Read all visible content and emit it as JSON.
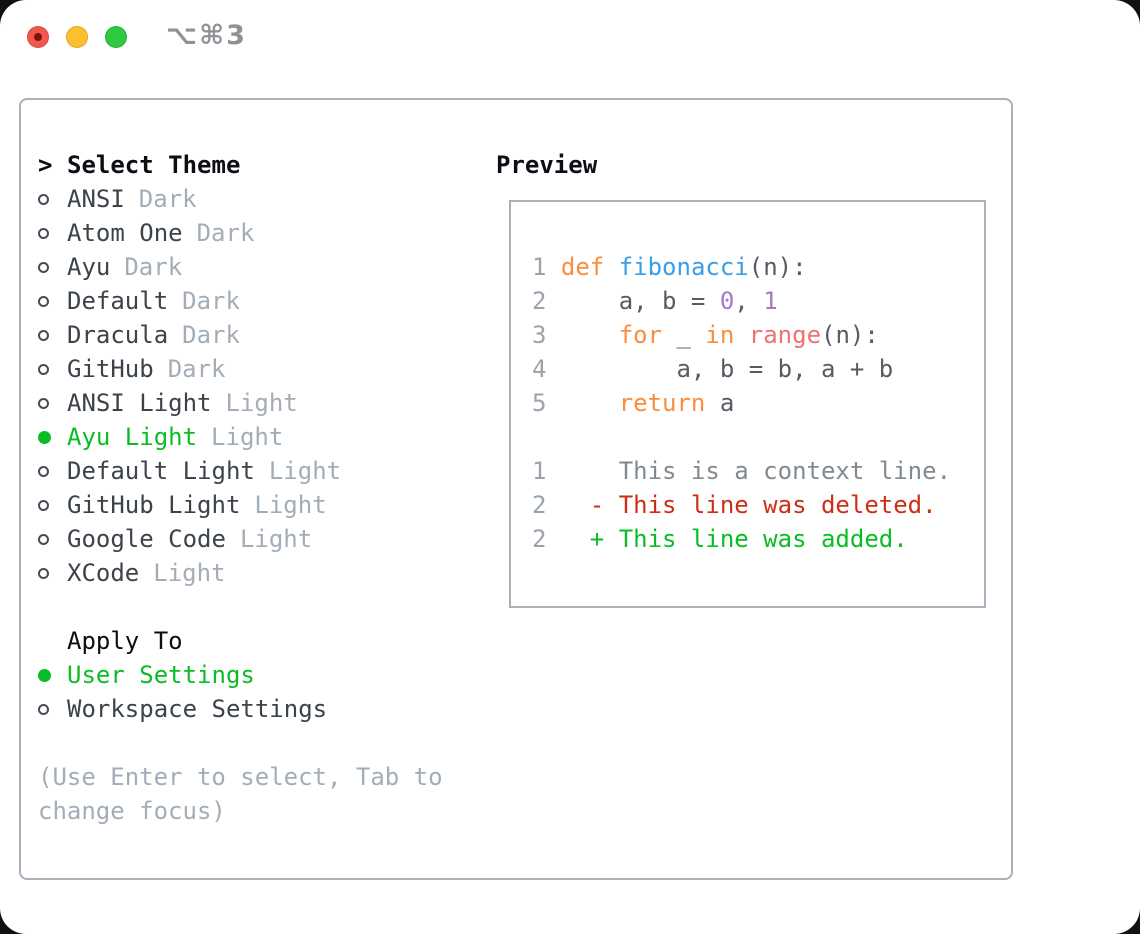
{
  "window": {
    "title": "⌥⌘3",
    "traffic_lights": [
      {
        "name": "close",
        "color": "#f1574c",
        "has_dot": true
      },
      {
        "name": "minimize",
        "color": "#fcc02e",
        "has_dot": false
      },
      {
        "name": "zoom",
        "color": "#2dc93f",
        "has_dot": false
      }
    ]
  },
  "theme_panel": {
    "header": {
      "prompt": ">",
      "label": "Select Theme"
    },
    "themes": [
      {
        "name": "ANSI",
        "variant": "Dark",
        "selected": false
      },
      {
        "name": "Atom One",
        "variant": "Dark",
        "selected": false
      },
      {
        "name": "Ayu",
        "variant": "Dark",
        "selected": false
      },
      {
        "name": "Default",
        "variant": "Dark",
        "selected": false
      },
      {
        "name": "Dracula",
        "variant": "Dark",
        "selected": false
      },
      {
        "name": "GitHub",
        "variant": "Dark",
        "selected": false
      },
      {
        "name": "ANSI Light",
        "variant": "Light",
        "selected": false
      },
      {
        "name": "Ayu Light",
        "variant": "Light",
        "selected": true
      },
      {
        "name": "Default Light",
        "variant": "Light",
        "selected": false
      },
      {
        "name": "GitHub Light",
        "variant": "Light",
        "selected": false
      },
      {
        "name": "Google Code",
        "variant": "Light",
        "selected": false
      },
      {
        "name": "XCode",
        "variant": "Light",
        "selected": false
      }
    ],
    "apply_to": {
      "label": "Apply To",
      "options": [
        {
          "label": "User Settings",
          "selected": true
        },
        {
          "label": "Workspace Settings",
          "selected": false
        }
      ]
    },
    "hint_lines": [
      "(Use Enter to select, Tab to",
      "change focus)"
    ]
  },
  "preview": {
    "label": "Preview",
    "code_lines": [
      {
        "num": "1",
        "parts": [
          [
            "def",
            "kw"
          ],
          [
            " ",
            "fg"
          ],
          [
            "fibonacci",
            "fn"
          ],
          [
            "(n):",
            "fg"
          ]
        ]
      },
      {
        "num": "2",
        "parts": [
          [
            "    a, b = ",
            "fg"
          ],
          [
            "0",
            "const"
          ],
          [
            ", ",
            "fg"
          ],
          [
            "1",
            "const"
          ]
        ]
      },
      {
        "num": "3",
        "parts": [
          [
            "    ",
            "fg"
          ],
          [
            "for",
            "kw"
          ],
          [
            " _ ",
            "fg"
          ],
          [
            "in",
            "kw"
          ],
          [
            " ",
            "fg"
          ],
          [
            "range",
            "call"
          ],
          [
            "(n):",
            "fg"
          ]
        ]
      },
      {
        "num": "4",
        "parts": [
          [
            "        a, b = b, a + b",
            "fg"
          ]
        ]
      },
      {
        "num": "5",
        "parts": [
          [
            "    ",
            "fg"
          ],
          [
            "return",
            "kw"
          ],
          [
            " a",
            "fg"
          ]
        ]
      },
      {
        "num": "",
        "parts": []
      },
      {
        "num": "1",
        "parts": [
          [
            "    This is a context line.",
            "ctx"
          ]
        ]
      },
      {
        "num": "2",
        "parts": [
          [
            "  - This line was deleted.",
            "del"
          ]
        ]
      },
      {
        "num": "2",
        "parts": [
          [
            "  + This line was added.",
            "add"
          ]
        ]
      }
    ]
  },
  "colors": {
    "accent_green": "#0bbd25",
    "header_black": "#0b0e14",
    "item_name": "#3c434b",
    "variant_tag": "#a3adb8",
    "panel_border": "#a9b2bb",
    "line_number": "#9aa3ac",
    "code_fg": "#565c64",
    "keyword_orange": "#fa8d3e",
    "function_blue": "#399ee6",
    "call_coral": "#f07171",
    "constant_purple": "#a37acc",
    "context_gray": "#82898f",
    "deleted_red": "#cb3016",
    "added_green": "#0bbd25",
    "title_gray": "#8e9297"
  }
}
